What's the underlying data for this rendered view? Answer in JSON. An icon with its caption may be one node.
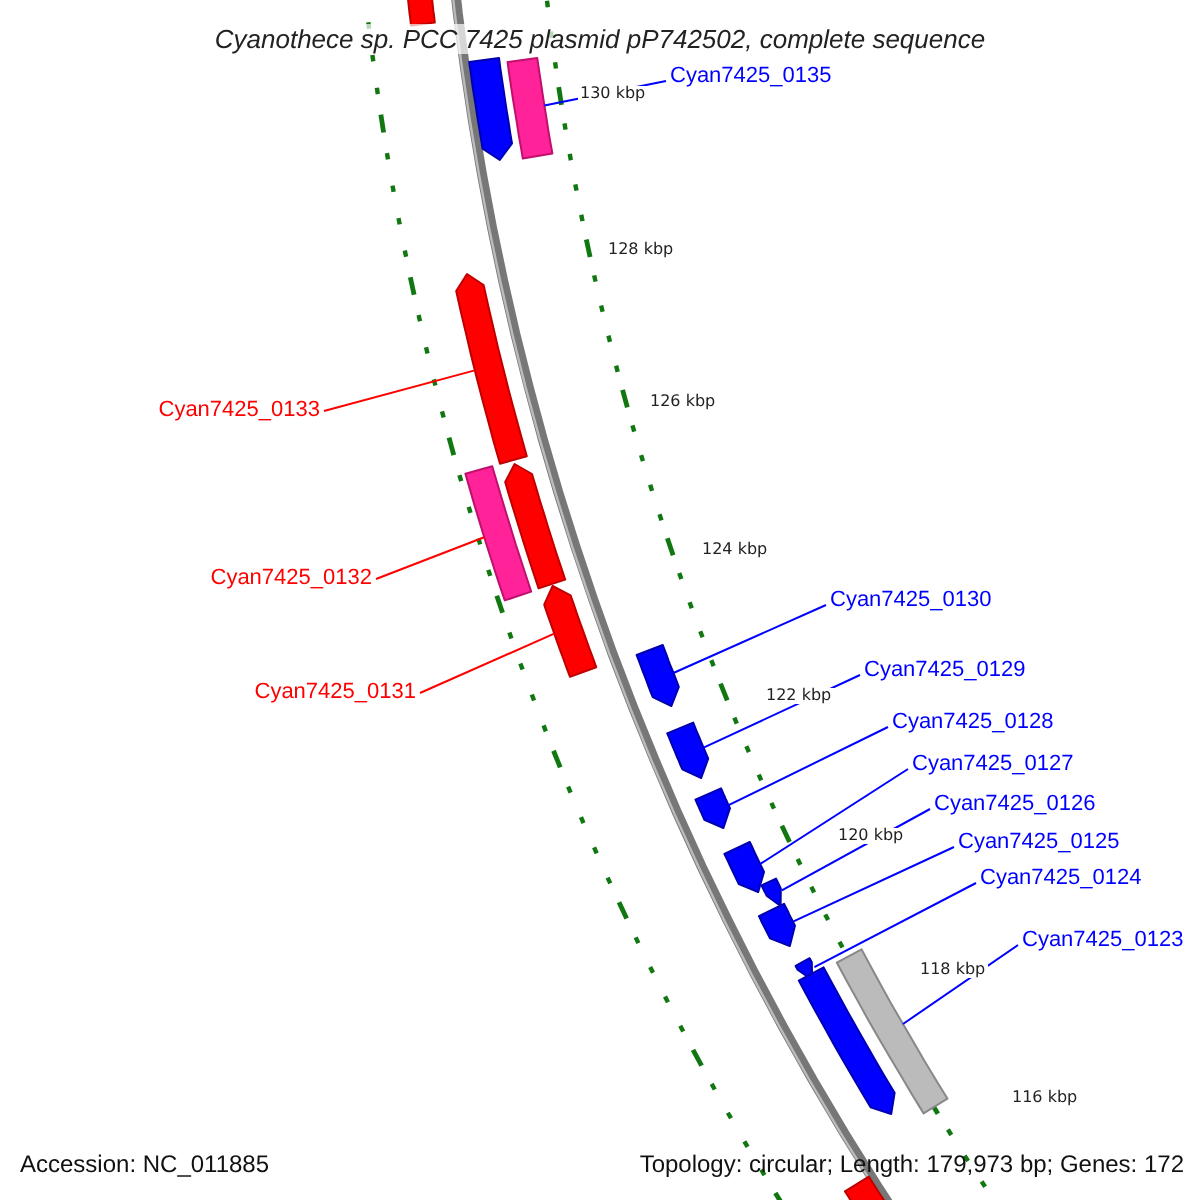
{
  "diagram": {
    "title": "Cyanothece sp. PCC 7425 plasmid pP742502, complete sequence",
    "nodes": [
      {
        "text": [
          "Cyan7425_0135"
        ]
      },
      {
        "text": [
          "Cyan7425_0133"
        ]
      },
      {
        "text": [
          "Cyan7425_0132"
        ]
      },
      {
        "text": [
          "Cyan7425_0131"
        ]
      },
      {
        "text": [
          "Cyan7425_0130"
        ]
      },
      {
        "text": [
          "Cyan7425_0129"
        ]
      },
      {
        "text": [
          "Cyan7425_0128"
        ]
      },
      {
        "text": [
          "Cyan7425_0127"
        ]
      },
      {
        "text": [
          "Cyan7425_0126"
        ]
      },
      {
        "text": [
          "Cyan7425_0125"
        ]
      },
      {
        "text": [
          "Cyan7425_0124"
        ]
      },
      {
        "text": [
          "Cyan7425_0123"
        ]
      },
      {
        "text": [],
        "shape": "arrow"
      },
      {
        "text": [],
        "shape": "arrow"
      },
      {
        "text": [],
        "shape": "bar"
      },
      {
        "text": [],
        "shape": "arrow"
      },
      {
        "text": [],
        "shape": "bar"
      },
      {
        "text": [],
        "shape": "arrow"
      },
      {
        "text": [],
        "shape": "arrow"
      },
      {
        "text": [],
        "shape": "arrow"
      },
      {
        "text": [],
        "shape": "arrow"
      },
      {
        "text": [],
        "shape": "arrow"
      },
      {
        "text": [],
        "shape": "arrow"
      },
      {
        "text": [],
        "shape": "arrow"
      },
      {
        "text": [],
        "shape": "arrow"
      },
      {
        "text": [],
        "shape": "arrow"
      },
      {
        "text": [],
        "shape": "bar"
      },
      {
        "text": [],
        "shape": "arrow"
      },
      {
        "text": [],
        "shape": "bar"
      }
    ],
    "edges": [
      {
        "from": 0,
        "to": 14,
        "arrow": "none"
      },
      {
        "from": 1,
        "to": 15,
        "arrow": "none",
        "color": "#ff0000"
      },
      {
        "from": 2,
        "to": 16,
        "arrow": "none",
        "color": "#ff0000"
      },
      {
        "from": 3,
        "to": 18,
        "arrow": "none",
        "color": "#ff0000"
      },
      {
        "from": 4,
        "to": 19,
        "arrow": "none"
      },
      {
        "from": 5,
        "to": 20,
        "arrow": "none"
      },
      {
        "from": 6,
        "to": 21,
        "arrow": "none"
      },
      {
        "from": 7,
        "to": 22,
        "arrow": "none"
      },
      {
        "from": 8,
        "to": 23,
        "arrow": "none"
      },
      {
        "from": 9,
        "to": 24,
        "arrow": "none"
      },
      {
        "from": 10,
        "to": 25,
        "arrow": "none"
      },
      {
        "from": 11,
        "to": 26,
        "arrow": "none"
      }
    ],
    "labels": [
      "130 kbp",
      "128 kbp",
      "126 kbp",
      "124 kbp",
      "122 kbp",
      "120 kbp",
      "118 kbp",
      "116 kbp",
      "Accession: NC_011885",
      "Topology: circular; Length: 179,973 bp; Genes: 172"
    ]
  }
}
